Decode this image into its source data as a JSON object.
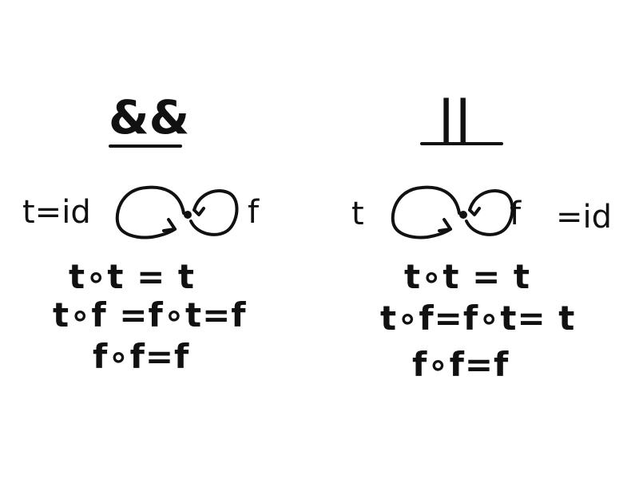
{
  "left": {
    "title": "&&",
    "left_node": "t=id",
    "right_node": "f",
    "equations": [
      "t∘t = t",
      "t∘f =f∘t=f",
      "f∘f=f"
    ]
  },
  "right": {
    "title": "||",
    "left_node": "t",
    "right_node": "f",
    "right_node_suffix": "=id",
    "equations": [
      "t∘t = t",
      "t∘f=f∘t= t",
      "f∘f=f"
    ]
  }
}
